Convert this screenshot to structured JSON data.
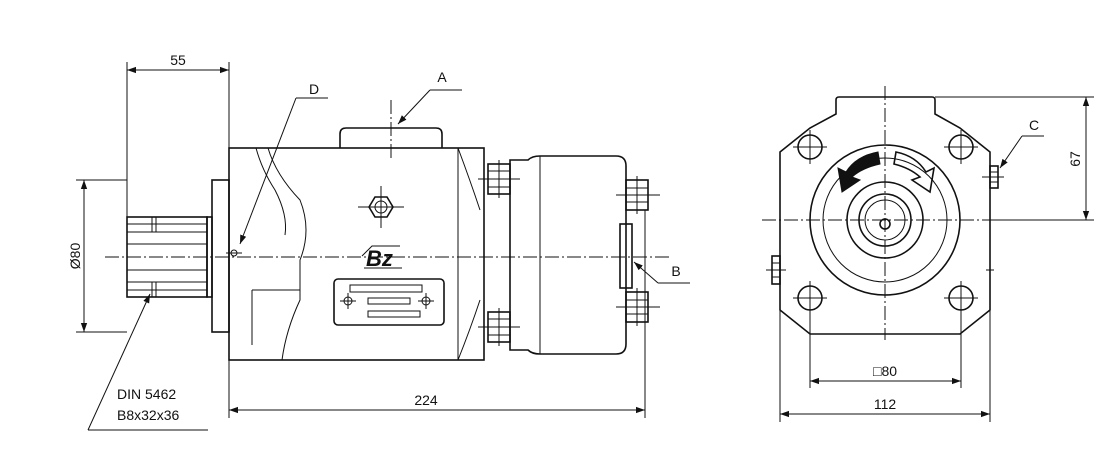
{
  "dimensions": {
    "shaft_length": "55",
    "shaft_diameter": "Ø80",
    "overall_length": "224",
    "flange_square": "□80",
    "flange_width": "112",
    "flange_height": "67"
  },
  "callouts": {
    "a": "A",
    "b": "B",
    "c": "C",
    "d": "D"
  },
  "spline": {
    "standard": "DIN 5462",
    "spec": "B8x32x36"
  },
  "logo_text": "Bz"
}
